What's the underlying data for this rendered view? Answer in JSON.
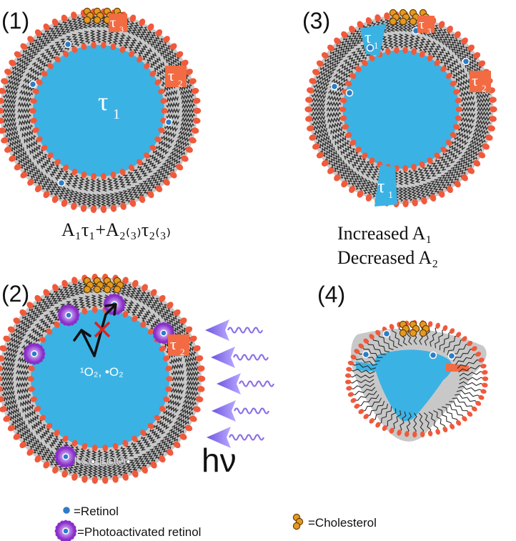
{
  "panels": {
    "p1": {
      "number": "(1)",
      "tau_core": "τ",
      "tau_core_sub": "1",
      "tau_small": "τ",
      "tau_small_sub": "2",
      "tau_top": "τ",
      "tau_top_sub": "3"
    },
    "p2": {
      "number": "(2)",
      "ros": "¹O₂, •O₂",
      "lipid_radicals": "LO• LOO•",
      "tau_small": "τ",
      "tau_small_sub": "2",
      "hv": "hν"
    },
    "p3": {
      "number": "(3)",
      "tau_top_left": "τ",
      "tau_top_left_sub": "1",
      "tau_bottom": "τ",
      "tau_bottom_sub": "1",
      "tau_small": "τ",
      "tau_small_sub": "2",
      "tau_top": "τ",
      "tau_top_sub": "3"
    },
    "p4": {
      "number": "(4)"
    }
  },
  "captions": {
    "p1_formula": "A₁τ₁+A₂₍₃₎τ₂₍₃₎",
    "p3_line1": "Increased A₁",
    "p3_line2": "Decreased A₂"
  },
  "legend": {
    "retinol": "=Retinol",
    "photo_retinol": "=Photoactivated retinol",
    "cholesterol": "=Cholesterol"
  },
  "colors": {
    "core": "#3bb2e4",
    "membrane": "#c8c8c8",
    "headgroup": "#ef5a3c",
    "tau_box": "#f26b43",
    "retinol": "#2d7cc7",
    "photoactivated": "#a24bd6",
    "light_arrow": "#8c6fe6",
    "cholesterol": "#e39a1f"
  }
}
